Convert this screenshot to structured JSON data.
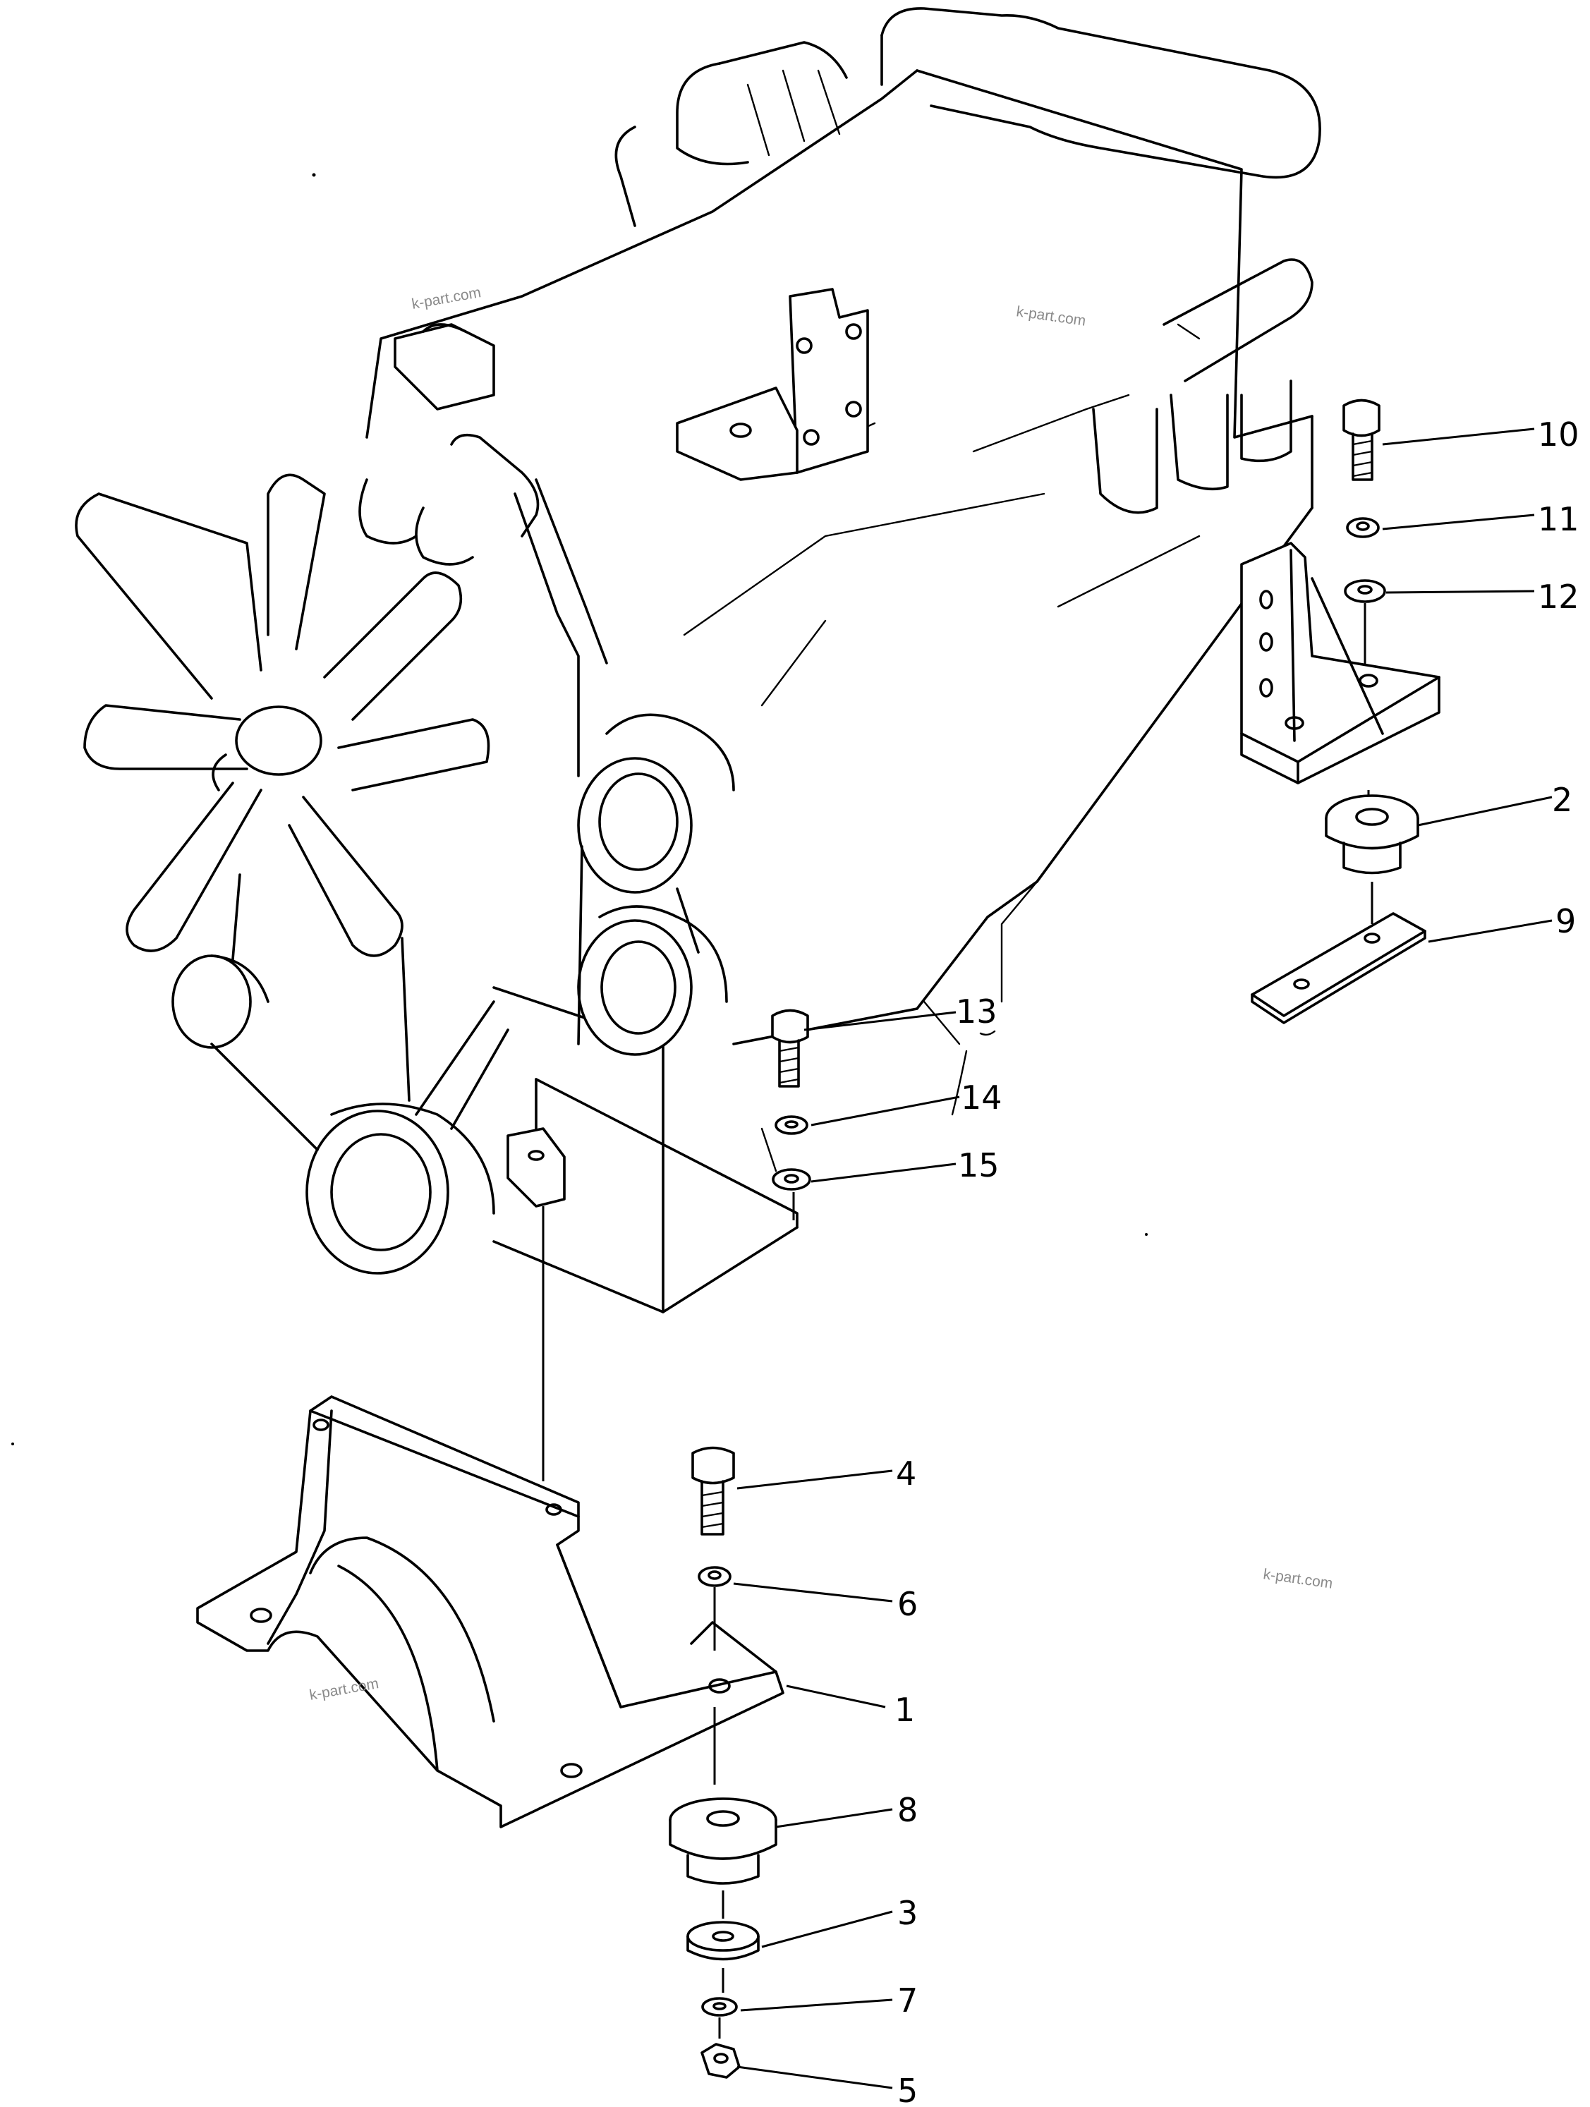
{
  "watermark": "k-part.com",
  "callouts": [
    {
      "id": "10",
      "label": "10"
    },
    {
      "id": "11",
      "label": "11"
    },
    {
      "id": "12",
      "label": "12"
    },
    {
      "id": "2",
      "label": "2"
    },
    {
      "id": "9",
      "label": "9"
    },
    {
      "id": "13",
      "label": "13"
    },
    {
      "id": "14",
      "label": "14"
    },
    {
      "id": "15",
      "label": "15"
    },
    {
      "id": "4",
      "label": "4"
    },
    {
      "id": "6",
      "label": "6"
    },
    {
      "id": "1",
      "label": "1"
    },
    {
      "id": "8",
      "label": "8"
    },
    {
      "id": "3",
      "label": "3"
    },
    {
      "id": "7",
      "label": "7"
    },
    {
      "id": "5",
      "label": "5"
    }
  ]
}
